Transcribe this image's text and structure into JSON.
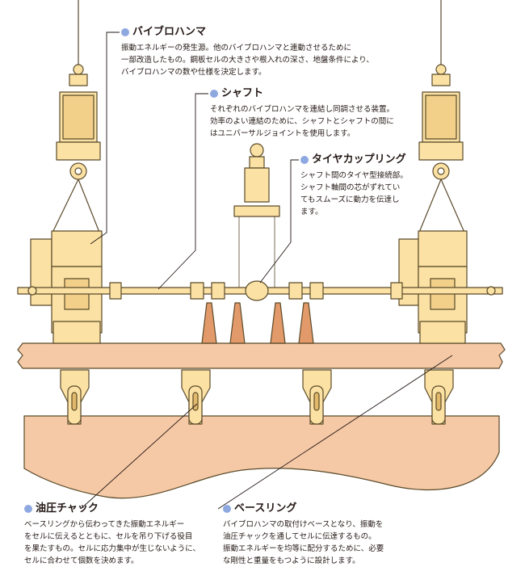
{
  "colors": {
    "machine_fill": "#fbe2a4",
    "machine_stroke": "#5a4a2a",
    "beam_fill": "#f6c9a6",
    "soil_fill": "#f6c9a6",
    "cell_fill": "#e29a6a",
    "leader_line": "#231815",
    "bullet": "#8ea8e0"
  },
  "callouts": {
    "vibro_hammer": {
      "title": "バイブロハンマ",
      "body": "振動エネルギーの発生源。他のバイブロハンマと連動させるために\n一部改造したもの。鋼板セルの大きさや根入れの深さ、地盤条件により、\nバイブロハンマの数や仕様を決定します。"
    },
    "shaft": {
      "title": "シャフト",
      "body": "それぞれのバイブロハンマを連結し同調させる装置。\n効率のよい連結のために、シャフトとシャフトの間に\nはユニバーサルジョイントを使用します。"
    },
    "tire_coupling": {
      "title": "タイヤカップリング",
      "body": "シャフト間のタイヤ型接続部。\nシャフト軸間の芯がずれてい\nてもスムーズに動力を伝達し\nます。"
    },
    "hydraulic_chuck": {
      "title": "油圧チャック",
      "body": "ベースリングから伝わってきた振動エネルギー\nをセルに伝えるとともに、セルを吊り下げる役目\nを果たすもの。セルに応力集中が生じないように、\nセルに合わせて個数を決めます。"
    },
    "base_ring": {
      "title": "ベースリング",
      "body": "バイブロハンマの取付けベースとなり、振動を\n油圧チャックを通してセルに伝達するもの。\n振動エネルギーを均等に配分するために、必要\nな剛性と重量をもつように設計します。"
    }
  }
}
